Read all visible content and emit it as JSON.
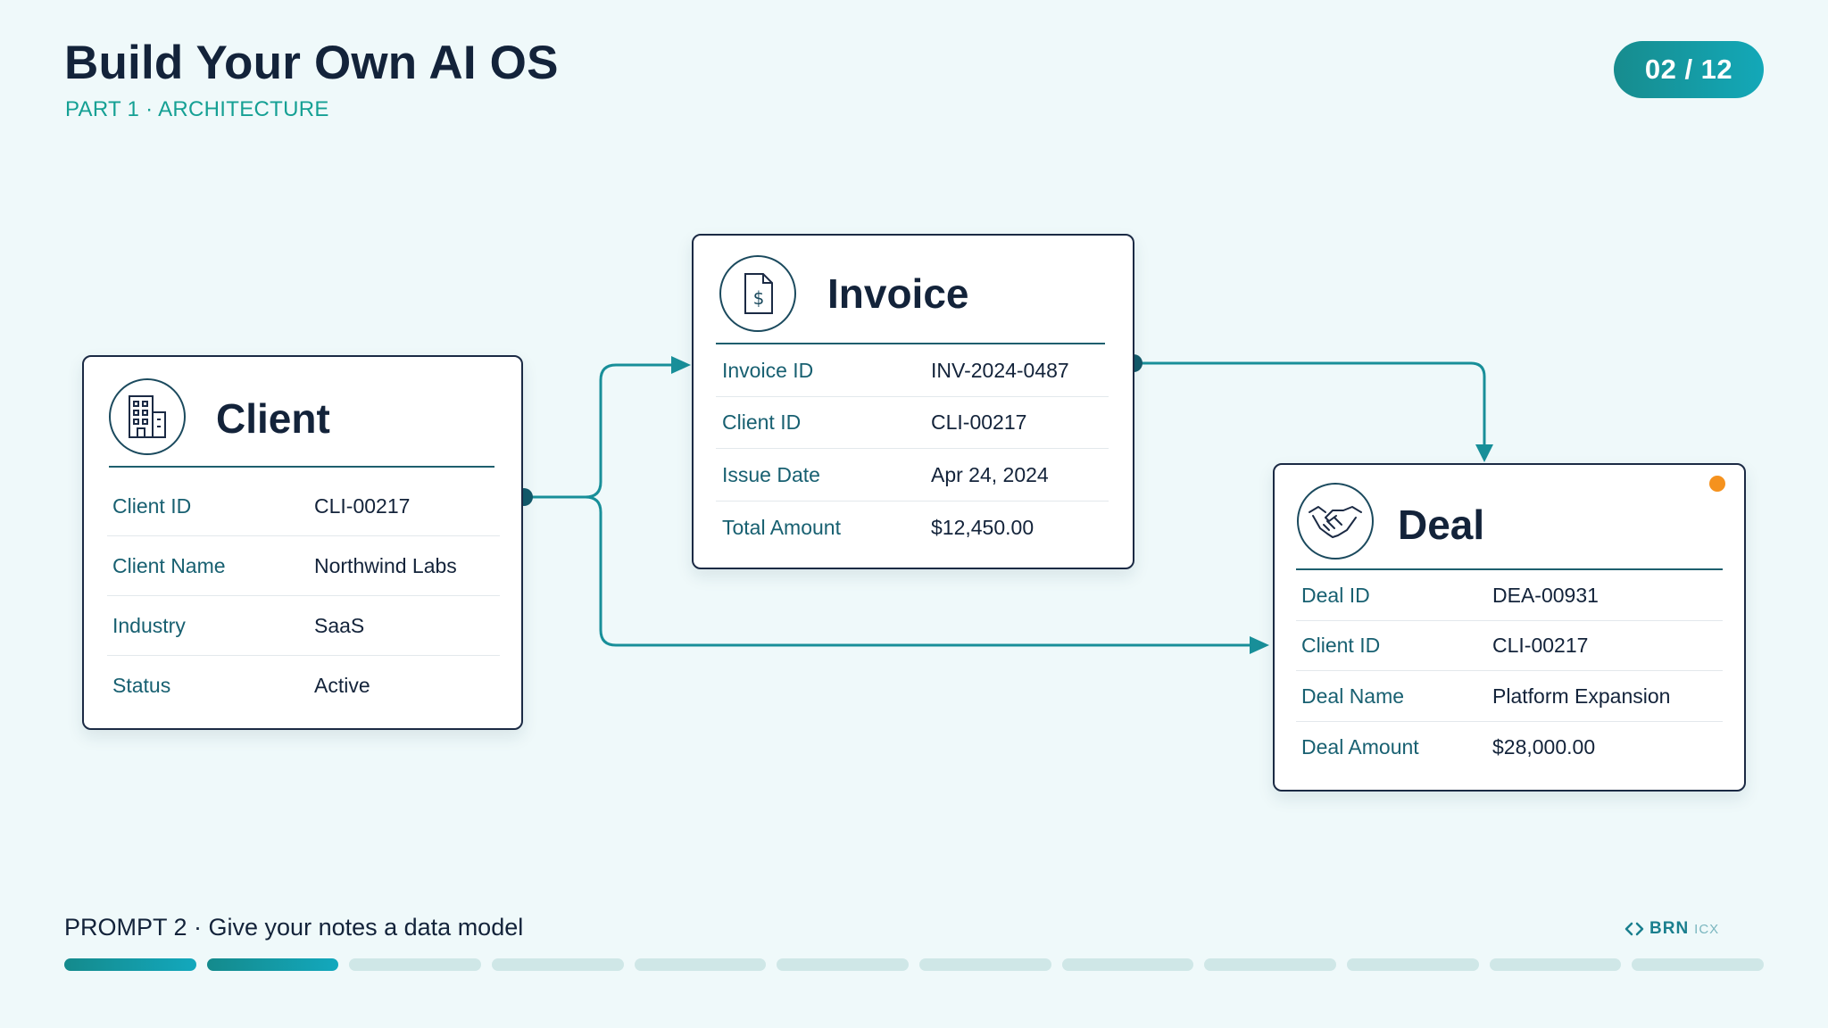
{
  "header": {
    "title": "Build Your Own AI OS",
    "subtitle": "PART 1 · ARCHITECTURE",
    "page_indicator": "02 / 12"
  },
  "colors": {
    "background": "#eff9fa",
    "accent": "#178c8e",
    "accent_light": "#13a8b8",
    "text_dark": "#13233a",
    "label": "#186071",
    "status_dot": "#f5921e"
  },
  "cards": {
    "client": {
      "title": "Client",
      "icon": "building-icon",
      "rows": [
        {
          "label": "Client ID",
          "value": "CLI-00217"
        },
        {
          "label": "Client Name",
          "value": "Northwind Labs"
        },
        {
          "label": "Industry",
          "value": "SaaS"
        },
        {
          "label": "Status",
          "value": "Active"
        }
      ]
    },
    "invoice": {
      "title": "Invoice",
      "icon": "invoice-dollar-icon",
      "rows": [
        {
          "label": "Invoice ID",
          "value": "INV-2024-0487"
        },
        {
          "label": "Client ID",
          "value": "CLI-00217"
        },
        {
          "label": "Issue Date",
          "value": "Apr 24, 2024"
        },
        {
          "label": "Total Amount",
          "value": "$12,450.00"
        }
      ]
    },
    "deal": {
      "title": "Deal",
      "icon": "handshake-icon",
      "rows": [
        {
          "label": "Deal ID",
          "value": "DEA-00931"
        },
        {
          "label": "Client ID",
          "value": "CLI-00217"
        },
        {
          "label": "Deal Name",
          "value": "Platform Expansion"
        },
        {
          "label": "Deal Amount",
          "value": "$28,000.00"
        }
      ]
    }
  },
  "footer": {
    "prompt_text": "PROMPT 2 · Give your notes a data model",
    "brand": "BRN",
    "brand_suffix": "ICX",
    "progress": {
      "current": 2,
      "total": 12
    }
  }
}
